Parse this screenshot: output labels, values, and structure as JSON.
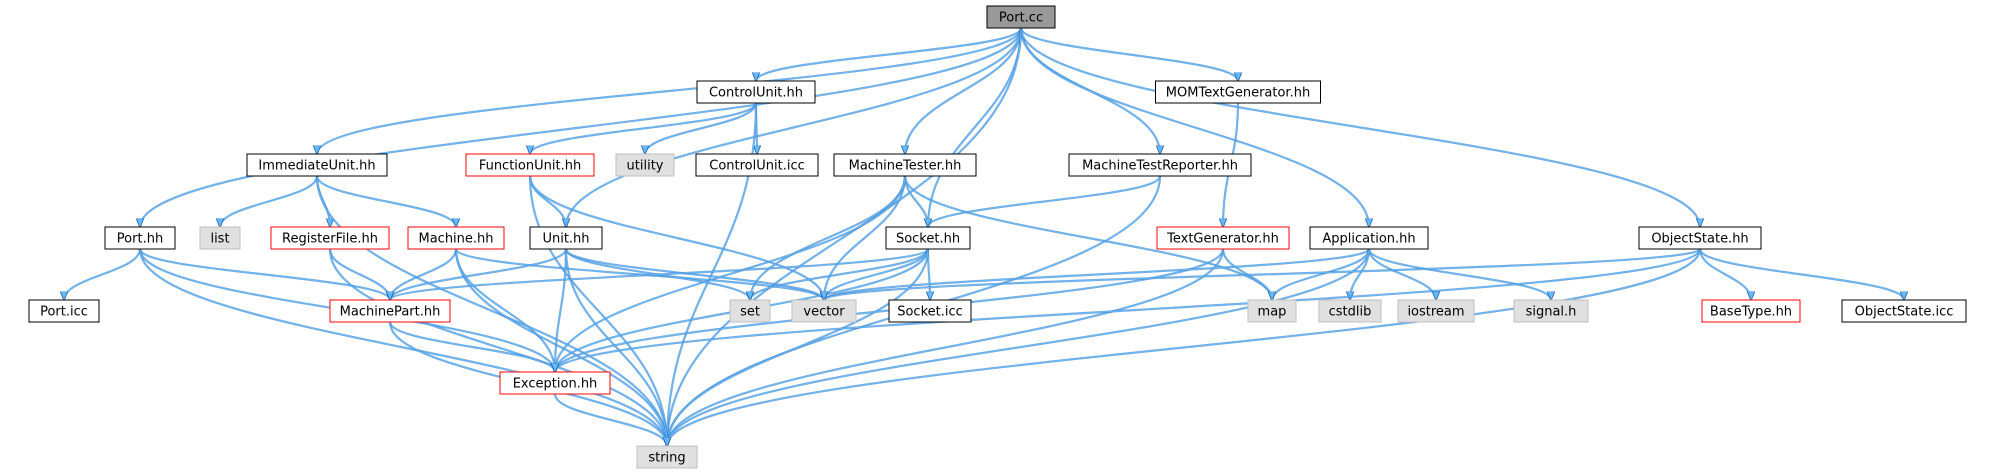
{
  "diagram": {
    "title": "",
    "colors": {
      "root_fill": "#999999",
      "default_fill": "#ffffff",
      "default_border": "#000000",
      "external_fill": "#e0e0e0",
      "external_border": "#bfbfbf",
      "highlight_border": "#ff0000",
      "edge": "#63b8ff",
      "edge_dark": "#1f5fa0"
    },
    "nodes": [
      {
        "id": "port_cc",
        "label": "Port.cc",
        "style": "root"
      },
      {
        "id": "controlunit_hh",
        "label": "ControlUnit.hh",
        "style": "default"
      },
      {
        "id": "momtextgenerator_hh",
        "label": "MOMTextGenerator.hh",
        "style": "default"
      },
      {
        "id": "immediateunit_hh",
        "label": "ImmediateUnit.hh",
        "style": "default"
      },
      {
        "id": "functionunit_hh",
        "label": "FunctionUnit.hh",
        "style": "highlight"
      },
      {
        "id": "utility",
        "label": "utility",
        "style": "external"
      },
      {
        "id": "controlunit_icc",
        "label": "ControlUnit.icc",
        "style": "default"
      },
      {
        "id": "machinetester_hh",
        "label": "MachineTester.hh",
        "style": "default"
      },
      {
        "id": "machinetestreporter_hh",
        "label": "MachineTestReporter.hh",
        "style": "default"
      },
      {
        "id": "port_hh",
        "label": "Port.hh",
        "style": "default"
      },
      {
        "id": "list",
        "label": "list",
        "style": "external"
      },
      {
        "id": "registerfile_hh",
        "label": "RegisterFile.hh",
        "style": "highlight"
      },
      {
        "id": "machine_hh",
        "label": "Machine.hh",
        "style": "highlight"
      },
      {
        "id": "unit_hh",
        "label": "Unit.hh",
        "style": "default"
      },
      {
        "id": "socket_hh",
        "label": "Socket.hh",
        "style": "default"
      },
      {
        "id": "textgenerator_hh",
        "label": "TextGenerator.hh",
        "style": "highlight"
      },
      {
        "id": "application_hh",
        "label": "Application.hh",
        "style": "default"
      },
      {
        "id": "objectstate_hh",
        "label": "ObjectState.hh",
        "style": "default"
      },
      {
        "id": "port_icc",
        "label": "Port.icc",
        "style": "default"
      },
      {
        "id": "machinepart_hh",
        "label": "MachinePart.hh",
        "style": "highlight"
      },
      {
        "id": "set",
        "label": "set",
        "style": "external"
      },
      {
        "id": "vector",
        "label": "vector",
        "style": "external"
      },
      {
        "id": "socket_icc",
        "label": "Socket.icc",
        "style": "default"
      },
      {
        "id": "map",
        "label": "map",
        "style": "external"
      },
      {
        "id": "cstdlib",
        "label": "cstdlib",
        "style": "external"
      },
      {
        "id": "iostream",
        "label": "iostream",
        "style": "external"
      },
      {
        "id": "signal_h",
        "label": "signal.h",
        "style": "external"
      },
      {
        "id": "basetype_hh",
        "label": "BaseType.hh",
        "style": "highlight"
      },
      {
        "id": "objectstate_icc",
        "label": "ObjectState.icc",
        "style": "default"
      },
      {
        "id": "exception_hh",
        "label": "Exception.hh",
        "style": "highlight"
      },
      {
        "id": "string",
        "label": "string",
        "style": "external"
      }
    ],
    "edges": [
      [
        "port_cc",
        "controlunit_hh"
      ],
      [
        "port_cc",
        "momtextgenerator_hh"
      ],
      [
        "port_cc",
        "immediateunit_hh"
      ],
      [
        "port_cc",
        "machinetester_hh"
      ],
      [
        "port_cc",
        "machinetestreporter_hh"
      ],
      [
        "port_cc",
        "port_hh"
      ],
      [
        "port_cc",
        "unit_hh"
      ],
      [
        "port_cc",
        "socket_hh"
      ],
      [
        "port_cc",
        "application_hh"
      ],
      [
        "port_cc",
        "objectstate_hh"
      ],
      [
        "port_cc",
        "string"
      ],
      [
        "controlunit_hh",
        "functionunit_hh"
      ],
      [
        "controlunit_hh",
        "utility"
      ],
      [
        "controlunit_hh",
        "controlunit_icc"
      ],
      [
        "controlunit_hh",
        "string"
      ],
      [
        "momtextgenerator_hh",
        "textgenerator_hh"
      ],
      [
        "immediateunit_hh",
        "list"
      ],
      [
        "immediateunit_hh",
        "registerfile_hh"
      ],
      [
        "immediateunit_hh",
        "machine_hh"
      ],
      [
        "immediateunit_hh",
        "string"
      ],
      [
        "functionunit_hh",
        "unit_hh"
      ],
      [
        "functionunit_hh",
        "vector"
      ],
      [
        "functionunit_hh",
        "string"
      ],
      [
        "machinetester_hh",
        "socket_hh"
      ],
      [
        "machinetester_hh",
        "set"
      ],
      [
        "machinetester_hh",
        "vector"
      ],
      [
        "machinetester_hh",
        "map"
      ],
      [
        "machinetester_hh",
        "exception_hh"
      ],
      [
        "machinetestreporter_hh",
        "socket_hh"
      ],
      [
        "machinetestreporter_hh",
        "string"
      ],
      [
        "port_hh",
        "port_icc"
      ],
      [
        "port_hh",
        "machinepart_hh"
      ],
      [
        "port_hh",
        "exception_hh"
      ],
      [
        "port_hh",
        "string"
      ],
      [
        "registerfile_hh",
        "machinepart_hh"
      ],
      [
        "registerfile_hh",
        "string"
      ],
      [
        "machine_hh",
        "machinepart_hh"
      ],
      [
        "machine_hh",
        "exception_hh"
      ],
      [
        "machine_hh",
        "vector"
      ],
      [
        "machine_hh",
        "string"
      ],
      [
        "unit_hh",
        "machinepart_hh"
      ],
      [
        "unit_hh",
        "set"
      ],
      [
        "unit_hh",
        "vector"
      ],
      [
        "unit_hh",
        "exception_hh"
      ],
      [
        "unit_hh",
        "string"
      ],
      [
        "socket_hh",
        "machinepart_hh"
      ],
      [
        "socket_hh",
        "set"
      ],
      [
        "socket_hh",
        "vector"
      ],
      [
        "socket_hh",
        "socket_icc"
      ],
      [
        "socket_hh",
        "exception_hh"
      ],
      [
        "socket_hh",
        "string"
      ],
      [
        "textgenerator_hh",
        "map"
      ],
      [
        "textgenerator_hh",
        "exception_hh"
      ],
      [
        "textgenerator_hh",
        "string"
      ],
      [
        "application_hh",
        "vector"
      ],
      [
        "application_hh",
        "map"
      ],
      [
        "application_hh",
        "cstdlib"
      ],
      [
        "application_hh",
        "iostream"
      ],
      [
        "application_hh",
        "signal_h"
      ],
      [
        "application_hh",
        "string"
      ],
      [
        "objectstate_hh",
        "basetype_hh"
      ],
      [
        "objectstate_hh",
        "objectstate_icc"
      ],
      [
        "objectstate_hh",
        "vector"
      ],
      [
        "objectstate_hh",
        "exception_hh"
      ],
      [
        "objectstate_hh",
        "string"
      ],
      [
        "machinepart_hh",
        "exception_hh"
      ],
      [
        "machinepart_hh",
        "string"
      ],
      [
        "exception_hh",
        "string"
      ]
    ]
  }
}
